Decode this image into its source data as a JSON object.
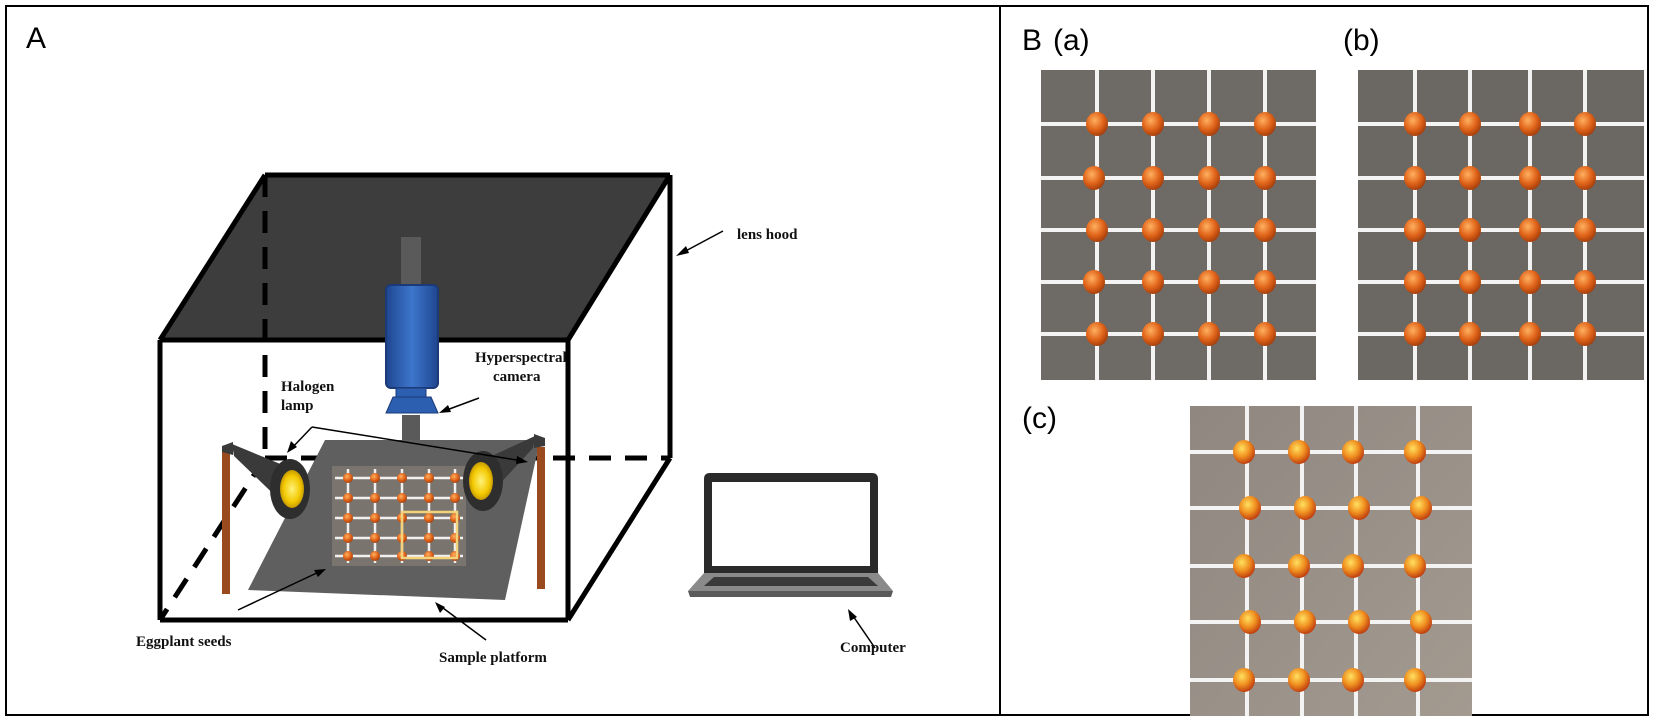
{
  "figure": {
    "panel_a_label": "A",
    "panel_b_label": "B",
    "sub_a_label": "(a)",
    "sub_b_label": "(b)",
    "sub_c_label": "(c)"
  },
  "diagram": {
    "lens_hood": "lens hood",
    "camera_line1": "Hyperspectral",
    "camera_line2": "camera",
    "lamp_line1": "Halogen",
    "lamp_line2": "lamp",
    "seeds": "Eggplant seeds",
    "platform": "Sample platform",
    "computer": "Computer"
  },
  "colors": {
    "hood_top": "#3d3d3d",
    "camera": "#2d5fb0",
    "lamp_glow": "#f2c800",
    "platform": "#5f5f5f",
    "stand": "#9a4a1f",
    "seed": "#e0641a",
    "photo_bg": "#6e6a66",
    "grid_line": "#f4f4f4"
  }
}
